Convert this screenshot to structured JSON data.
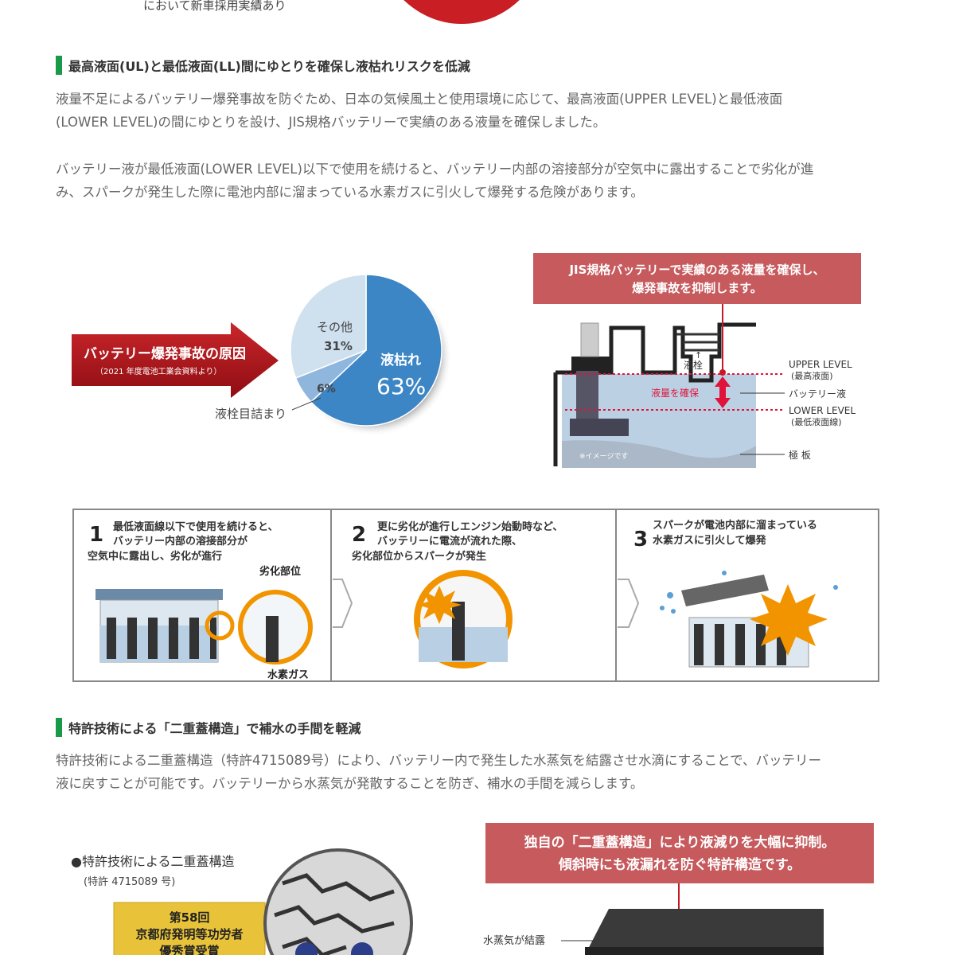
{
  "top_caption": "において新車採用実績あり",
  "section1": {
    "heading": "最高液面(UL)と最低液面(LL)間にゆとりを確保し液枯れリスクを低減",
    "para1_line1": "液量不足によるバッテリー爆発事故を防ぐため、日本の気候風土と使用環境に応じて、最高液面(UPPER LEVEL)と最低液面",
    "para1_line2": "(LOWER LEVEL)の間にゆとりを設け、JIS規格バッテリーで実績のある液量を確保しました。",
    "para2_line1": "バッテリー液が最低液面(LOWER LEVEL)以下で使用を続けると、バッテリー内部の溶接部分が空気中に露出することで劣化が進",
    "para2_line2": "み、スパークが発生した際に電池内部に溜まっている水素ガスに引火して爆発する危険があります。"
  },
  "cause_graphic": {
    "arrow_title": "バッテリー爆発事故の原因",
    "arrow_sub": "（2021 年度電池工業会資料より）",
    "slice_dry_label": "液枯れ",
    "slice_dry_value": "63%",
    "slice_other_label": "その他",
    "slice_other_value": "31%",
    "slice_clog_value": "6%",
    "slice_clog_label": "液栓目詰まり",
    "colors": {
      "dry": "#3d86c6",
      "other": "#cfe0ef",
      "clog": "#8fb6dc",
      "arrow": "#b3161b"
    }
  },
  "chart_data": {
    "type": "pie",
    "title": "バッテリー爆発事故の原因",
    "series": [
      {
        "label": "液枯れ",
        "value": 63
      },
      {
        "label": "液栓目詰まり",
        "value": 6
      },
      {
        "label": "その他",
        "value": 31
      }
    ]
  },
  "level_diagram": {
    "banner_line1": "JIS規格バッテリーで実績のある液量を確保し、",
    "banner_line2": "爆発事故を抑制します。",
    "plug_label": "液栓",
    "upper_level": "UPPER LEVEL",
    "upper_level_sub": "(最高液面)",
    "fluid_label": "バッテリー液",
    "lower_level": "LOWER LEVEL",
    "lower_level_sub": "(最低液面線)",
    "secure_label": "液量を確保",
    "plate_label": "極 板",
    "image_note": "※イメージです"
  },
  "steps": {
    "step1_num": "1",
    "step1_line1": "最低液面線以下で使用を続けると、",
    "step1_line2": "バッテリー内部の溶接部分が",
    "step1_line3": "空気中に露出し、劣化が進行",
    "step1_degraded": "劣化部位",
    "step1_gas": "水素ガス",
    "step2_num": "2",
    "step2_line1": "更に劣化が進行しエンジン始動時など、",
    "step2_line2": "バッテリーに電流が流れた際、",
    "step2_line3": "劣化部位からスパークが発生",
    "step3_num": "3",
    "step3_line1": "スパークが電池内部に溜まっている",
    "step3_line2": "水素ガスに引火して爆発"
  },
  "section2": {
    "heading": "特許技術による「二重蓋構造」で補水の手間を軽減",
    "para_line1": "特許技術による二重蓋構造（特許4715089号）により、バッテリー内で発生した水蒸気を結露させ水滴にすることで、バッテリー",
    "para_line2": "液に戻すことが可能です。バッテリーから水蒸気が発散することを防ぎ、補水の手間を減らします。"
  },
  "patent_graphic": {
    "title": "●特許技術による二重蓋構造",
    "number": "(特許 4715089 号)",
    "award_line1": "第58回",
    "award_line2": "京都府発明等功労者",
    "award_line3": "優秀賞受賞",
    "banner_line1": "独自の「二重蓋構造」により液減りを大幅に抑制。",
    "banner_line2": "傾斜時にも液漏れを防ぐ特許構造です。",
    "condense_label": "水蒸気が結露"
  }
}
